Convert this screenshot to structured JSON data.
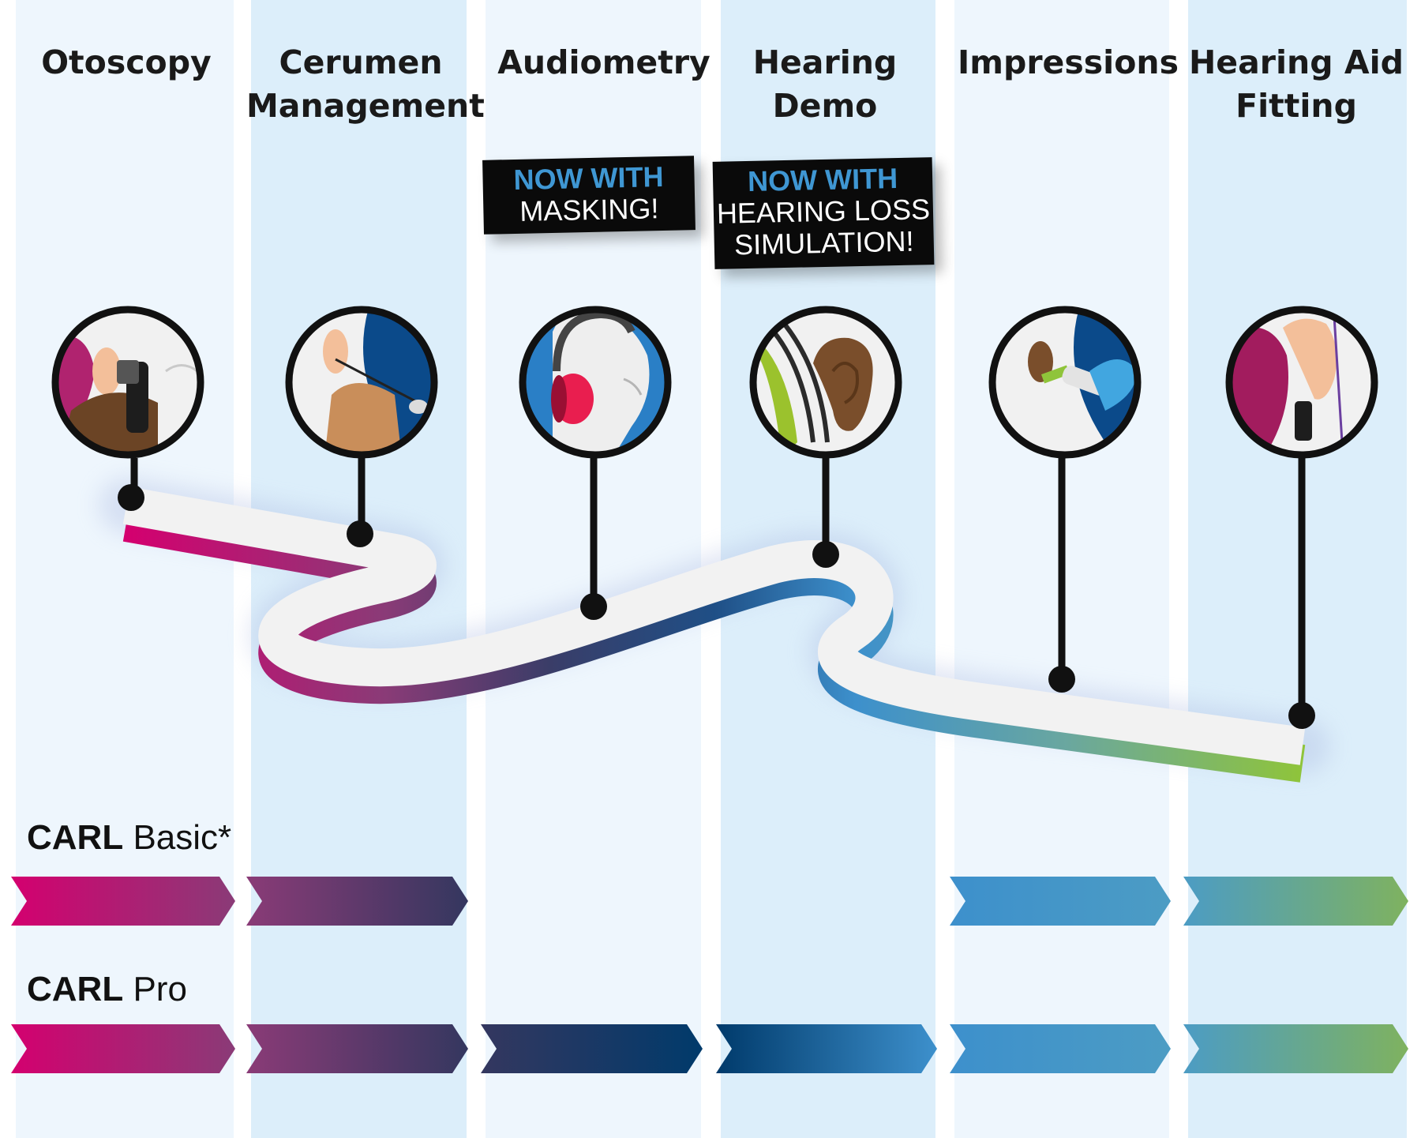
{
  "stages": [
    {
      "id": "otoscopy",
      "title": "Otoscopy",
      "icon": "ear-otoscope-icon"
    },
    {
      "id": "cerumen",
      "title": "Cerumen\nManagement",
      "icon": "ear-curette-icon"
    },
    {
      "id": "audiometry",
      "title": "Audiometry",
      "icon": "headphones-head-icon"
    },
    {
      "id": "demo",
      "title": "Hearing\nDemo",
      "icon": "ear-sound-waves-icon"
    },
    {
      "id": "impressions",
      "title": "Impressions",
      "icon": "ear-impression-syringe-icon"
    },
    {
      "id": "fitting",
      "title": "Hearing Aid\nFitting",
      "icon": "ear-hearing-aid-icon"
    }
  ],
  "callouts": [
    {
      "lead": "NOW WITH",
      "text": "MASKING!"
    },
    {
      "lead": "NOW WITH",
      "text": "HEARING LOSS\nSIMULATION!"
    }
  ],
  "tiers": [
    {
      "brand": "CARL",
      "name": "Basic*",
      "stages_included": [
        true,
        true,
        false,
        false,
        true,
        true
      ]
    },
    {
      "brand": "CARL",
      "name": "Pro",
      "stages_included": [
        true,
        true,
        true,
        true,
        true,
        true
      ]
    }
  ],
  "colors": {
    "column_light": "#eef6fd",
    "column_dark": "#dceefa",
    "gradient": [
      "#d4006f",
      "#8a3b77",
      "#34375f",
      "#003a6b",
      "#3d90cc",
      "#4c9cc4",
      "#7fb25f",
      "#8fc43a"
    ],
    "callout_accent": "#3f97d3",
    "road": "#f2f2f2",
    "ink": "#111111"
  }
}
